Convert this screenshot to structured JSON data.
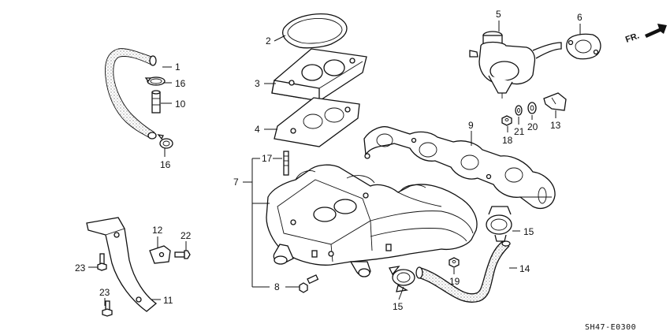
{
  "diagram": {
    "code": "SH47-E0300",
    "direction_label": "FR.",
    "callouts": {
      "c1": "1",
      "c2": "2",
      "c3": "3",
      "c4": "4",
      "c5": "5",
      "c6": "6",
      "c7": "7",
      "c8": "8",
      "c9": "9",
      "c10": "10",
      "c11": "11",
      "c12": "12",
      "c13": "13",
      "c14": "14",
      "c15a": "15",
      "c15b": "15",
      "c16a": "16",
      "c16b": "16",
      "c17": "17",
      "c18": "18",
      "c19": "19",
      "c20": "20",
      "c21": "21",
      "c22": "22",
      "c23a": "23",
      "c23b": "23"
    }
  }
}
